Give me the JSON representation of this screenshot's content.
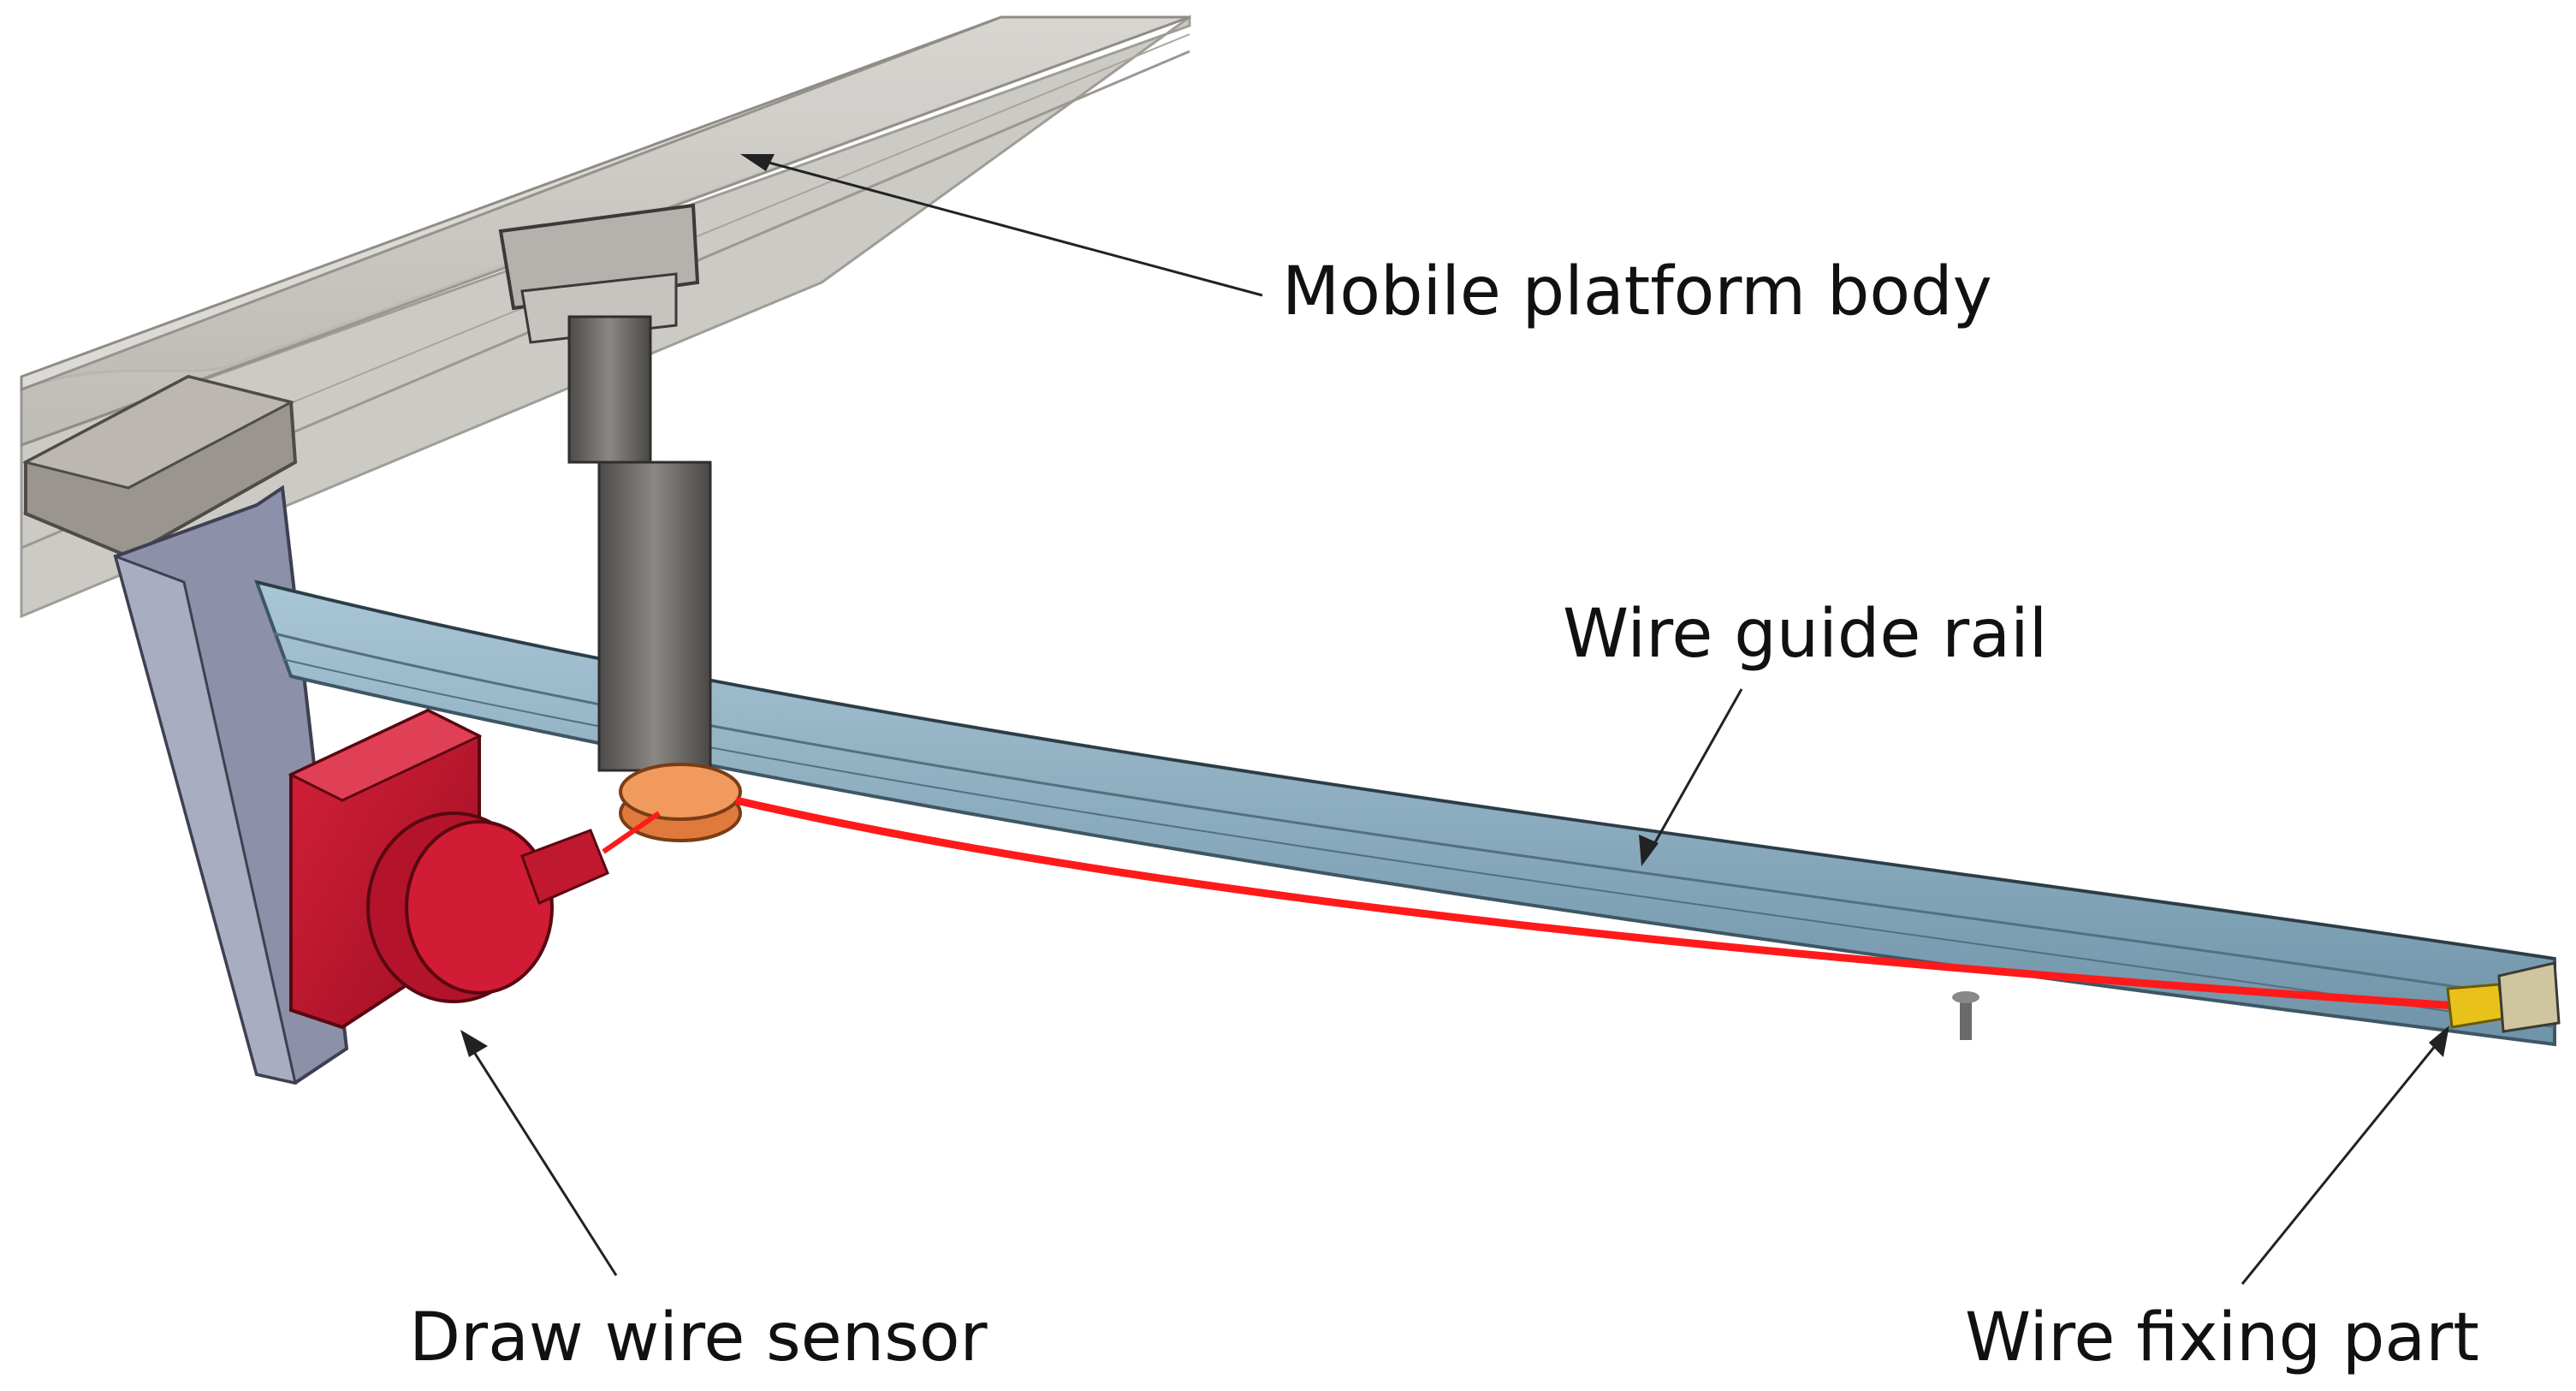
{
  "labels": {
    "mobile_platform_body": "Mobile platform body",
    "wire_guide_rail": "Wire guide rail",
    "draw_wire_sensor": "Draw wire sensor",
    "wire_fixing_part": "Wire fixing part"
  },
  "colors": {
    "platform": "#c9c7c2",
    "rail": "#8fb2c6",
    "sensor": "#c0182e",
    "wire": "#ff1a1a",
    "column": "#6b6966",
    "bracket": "#8a8fa6",
    "pulley": "#e07a3c",
    "fixing_part": "#e8c21a"
  }
}
